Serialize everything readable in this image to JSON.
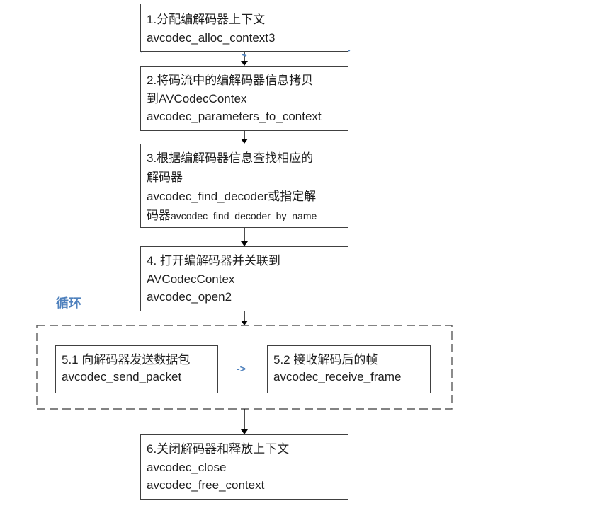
{
  "steps": [
    {
      "lines": [
        "1.分配编解码器上下文",
        "avcodec_alloc_context3"
      ]
    },
    {
      "lines": [
        "2.将码流中的编解码器信息拷贝",
        "到AVCodecContex",
        "avcodec_parameters_to_context"
      ]
    },
    {
      "lines": [
        "3.根据编解码器信息查找相应的",
        "解码器",
        "avcodec_find_decoder或指定解"
      ],
      "last_line": {
        "prefix": "码器",
        "api": "avcodec_find_decoder_by_name"
      }
    },
    {
      "lines": [
        "4. 打开编解码器并关联到",
        "AVCodecContex",
        "avcodec_open2"
      ]
    },
    {
      "lines": [
        "6.关闭解码器和释放上下文",
        "avcodec_close",
        "avcodec_free_context"
      ]
    }
  ],
  "loop": {
    "label": "循环",
    "connector": "->",
    "steps": [
      {
        "lines": [
          "5.1 向解码器发送数据包",
          "avcodec_send_packet"
        ]
      },
      {
        "lines": [
          "5.2 接收解码后的帧",
          "avcodec_receive_frame"
        ]
      }
    ]
  },
  "colors": {
    "background": "#ffffff",
    "text": "#1f1f1f",
    "border": "#404040",
    "dashed_border": "#5a5a5a",
    "loop_accent": "#4f81bd"
  }
}
